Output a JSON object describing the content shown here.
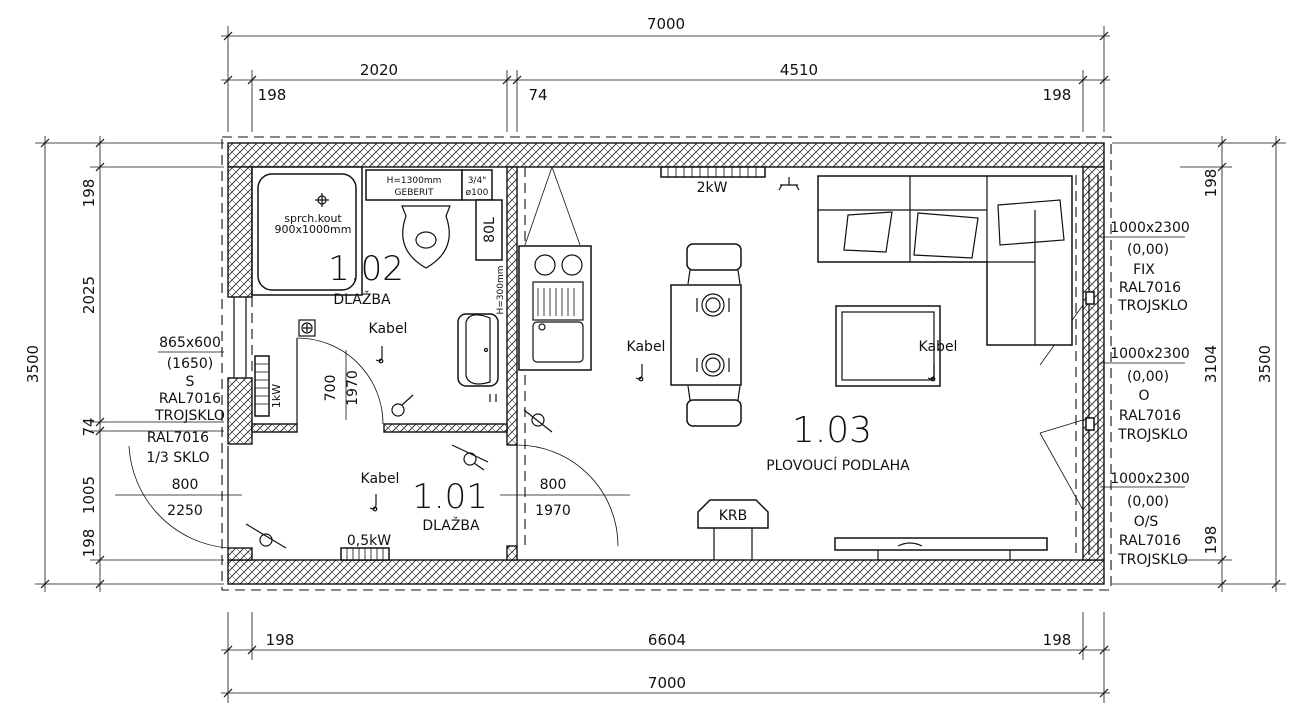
{
  "dimensions": {
    "top_total": "7000",
    "top_left_section": "2020",
    "top_right_section": "4510",
    "top_left_wall": "198",
    "top_partition": "74",
    "top_right_wall": "198",
    "bottom_left_wall": "198",
    "bottom_inner": "6604",
    "bottom_right_wall": "198",
    "bottom_total": "7000",
    "left_total": "3500",
    "left_top_wall": "198",
    "left_upper": "2025",
    "left_partition": "74",
    "left_lower": "1005",
    "left_bottom_wall": "198",
    "right_total": "3500",
    "right_inner": "3104",
    "right_top_wall": "198",
    "right_bottom_wall": "198"
  },
  "rooms": {
    "bathroom": {
      "number": "1.02",
      "floor": "DLAŽBA"
    },
    "entry": {
      "number": "1.01",
      "floor": "DLAŽBA"
    },
    "living": {
      "number": "1.03",
      "floor": "PLOVOUCÍ PODLAHA"
    }
  },
  "fixtures": {
    "shower_line1": "sprch.kout",
    "shower_line2": "900x1000mm",
    "geberit_line1": "H=1300mm",
    "geberit_line2": "GEBERIT",
    "pipe_line1": "3/4\"",
    "pipe_line2": "ø100",
    "boiler": "80L",
    "sink_height": "H=300mm",
    "heater_bath": "1kW",
    "heater_entry": "0,5kW",
    "heater_living": "2kW",
    "fireplace": "KRB"
  },
  "cables": {
    "bath": "Kabel",
    "entry": "Kabel",
    "kitchen": "Kabel",
    "living": "Kabel"
  },
  "doors": {
    "bath_door_w": "700",
    "bath_door_h": "1970",
    "inner_door_w": "800",
    "inner_door_h": "1970",
    "entry_door_w": "800",
    "entry_door_h": "2250",
    "entry_door_spec1": "RAL7016",
    "entry_door_spec2": "1/3 SKLO"
  },
  "windows": {
    "left": {
      "size": "865x600",
      "sill": "(1650)",
      "type": "S",
      "color": "RAL7016",
      "glass": "TROJSKLO"
    },
    "right_top": {
      "size": "1000x2300",
      "sill": "(0,00)",
      "type": "FIX",
      "color": "RAL7016",
      "glass": "TROJSKLO"
    },
    "right_mid": {
      "size": "1000x2300",
      "sill": "(0,00)",
      "type": "O",
      "color": "RAL7016",
      "glass": "TROJSKLO"
    },
    "right_bot": {
      "size": "1000x2300",
      "sill": "(0,00)",
      "type": "O/S",
      "color": "RAL7016",
      "glass": "TROJSKLO"
    }
  }
}
